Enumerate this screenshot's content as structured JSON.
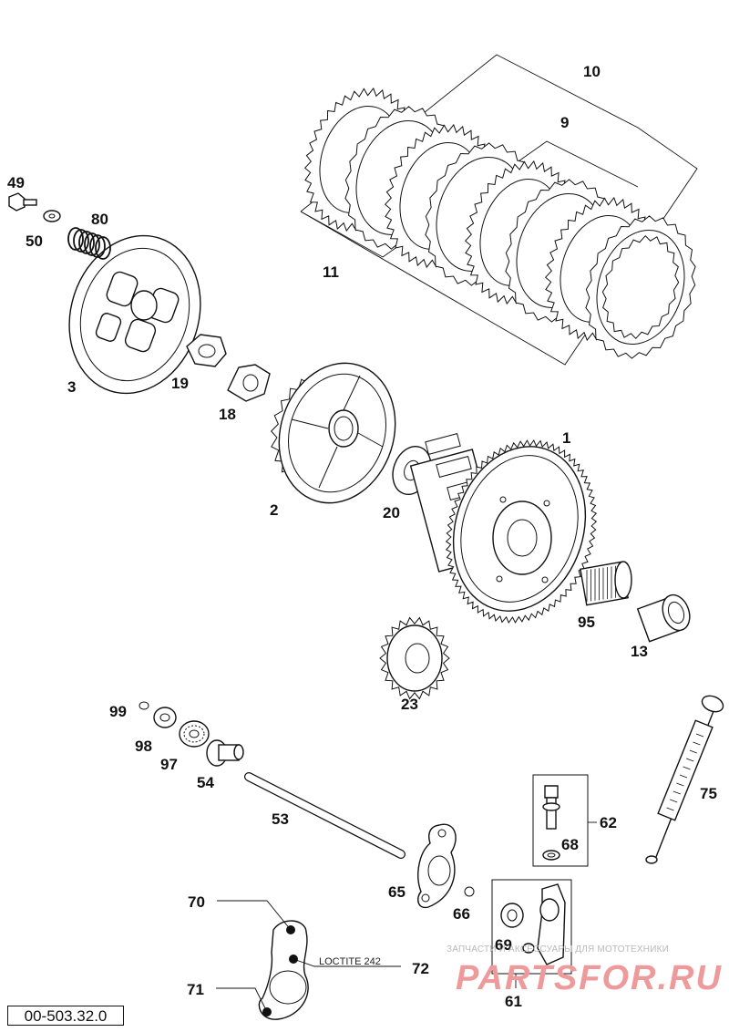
{
  "callouts": {
    "c1": "1",
    "c2": "2",
    "c3": "3",
    "c9": "9",
    "c10": "10",
    "c11": "11",
    "c13": "13",
    "c18": "18",
    "c19": "19",
    "c20": "20",
    "c23": "23",
    "c49": "49",
    "c50": "50",
    "c53": "53",
    "c54": "54",
    "c61": "61",
    "c62": "62",
    "c65": "65",
    "c66": "66",
    "c68": "68",
    "c69": "69",
    "c70": "70",
    "c71": "71",
    "c72": "72",
    "c75": "75",
    "c80": "80",
    "c95": "95",
    "c97": "97",
    "c98": "98",
    "c99": "99"
  },
  "note": "LOCTITE 242",
  "drawing_id": "00-503.32.0",
  "watermark": {
    "tagline": "ЗАПЧАСТИ И АКСЕССУАРЫ ДЛЯ МОТОТЕХНИКИ",
    "logo": "PARTSFOR.RU"
  }
}
